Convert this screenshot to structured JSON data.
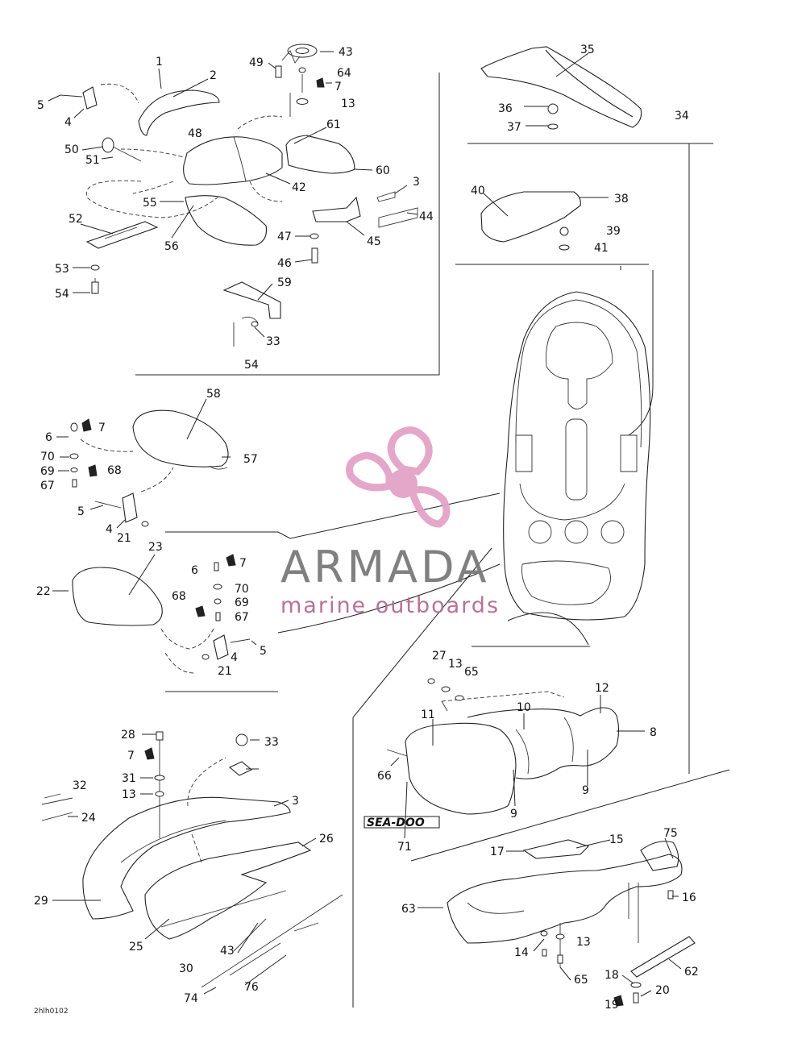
{
  "diagram": {
    "code": "2hlh0102",
    "brand_name": "ARMADA",
    "brand_tagline": "marine outboards",
    "brand_color": "#e3a3c8",
    "decal_text": "SEA-DOO"
  },
  "labels": [
    {
      "text": "1"
    },
    {
      "text": "2"
    },
    {
      "text": "5"
    },
    {
      "text": "4"
    },
    {
      "text": "48"
    },
    {
      "text": "50"
    },
    {
      "text": "51"
    },
    {
      "text": "55"
    },
    {
      "text": "56"
    },
    {
      "text": "52"
    },
    {
      "text": "53"
    },
    {
      "text": "54"
    },
    {
      "text": "49"
    },
    {
      "text": "43"
    },
    {
      "text": "64"
    },
    {
      "text": "7"
    },
    {
      "text": "13"
    },
    {
      "text": "61"
    },
    {
      "text": "60"
    },
    {
      "text": "42"
    },
    {
      "text": "3"
    },
    {
      "text": "44"
    },
    {
      "text": "45"
    },
    {
      "text": "47"
    },
    {
      "text": "46"
    },
    {
      "text": "59"
    },
    {
      "text": "33"
    },
    {
      "text": "54"
    },
    {
      "text": "35"
    },
    {
      "text": "36"
    },
    {
      "text": "37"
    },
    {
      "text": "34"
    },
    {
      "text": "40"
    },
    {
      "text": "38"
    },
    {
      "text": "39"
    },
    {
      "text": "41"
    },
    {
      "text": "58"
    },
    {
      "text": "6"
    },
    {
      "text": "7"
    },
    {
      "text": "70"
    },
    {
      "text": "69"
    },
    {
      "text": "68"
    },
    {
      "text": "67"
    },
    {
      "text": "57"
    },
    {
      "text": "5"
    },
    {
      "text": "4"
    },
    {
      "text": "21"
    },
    {
      "text": "23"
    },
    {
      "text": "22"
    },
    {
      "text": "6"
    },
    {
      "text": "7"
    },
    {
      "text": "70"
    },
    {
      "text": "69"
    },
    {
      "text": "68"
    },
    {
      "text": "67"
    },
    {
      "text": "5"
    },
    {
      "text": "4"
    },
    {
      "text": "21"
    },
    {
      "text": "27"
    },
    {
      "text": "13"
    },
    {
      "text": "65"
    },
    {
      "text": "12"
    },
    {
      "text": "10"
    },
    {
      "text": "11"
    },
    {
      "text": "8"
    },
    {
      "text": "66"
    },
    {
      "text": "9"
    },
    {
      "text": "9"
    },
    {
      "text": "71"
    },
    {
      "text": "28"
    },
    {
      "text": "33"
    },
    {
      "text": "7"
    },
    {
      "text": "31"
    },
    {
      "text": "13"
    },
    {
      "text": "32"
    },
    {
      "text": "3"
    },
    {
      "text": "24"
    },
    {
      "text": "26"
    },
    {
      "text": "29"
    },
    {
      "text": "25"
    },
    {
      "text": "30"
    },
    {
      "text": "43"
    },
    {
      "text": "76"
    },
    {
      "text": "74"
    },
    {
      "text": "75"
    },
    {
      "text": "15"
    },
    {
      "text": "17"
    },
    {
      "text": "16"
    },
    {
      "text": "63"
    },
    {
      "text": "14"
    },
    {
      "text": "13"
    },
    {
      "text": "65"
    },
    {
      "text": "62"
    },
    {
      "text": "18"
    },
    {
      "text": "20"
    },
    {
      "text": "19"
    },
    {
      "text": "7"
    }
  ]
}
